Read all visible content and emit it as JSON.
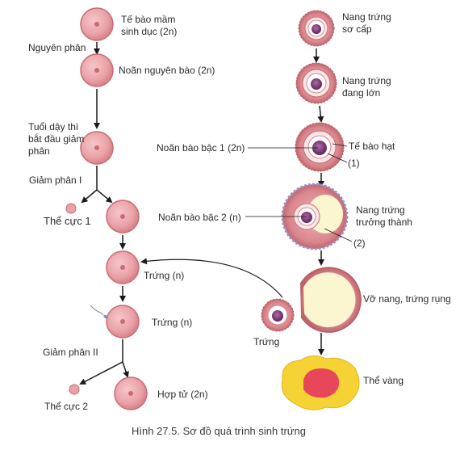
{
  "labels": {
    "germ_cell": "Tế bào mầm sinh dục (2n)",
    "mitosis": "Nguyên phân",
    "oogonium": "Noãn nguyên bào (2n)",
    "puberty_meiosis": "Tuổi dậy thì bắt đầu giảm phân",
    "primary_oocyte": "Noãn bào bậc 1 (2n)",
    "meiosis_1": "Giảm phân I",
    "polar_body_1": "Thể cực 1",
    "secondary_oocyte": "Noãn bào bậc 2 (n)",
    "egg_1": "Trứng (n)",
    "egg_2": "Trứng (n)",
    "meiosis_2": "Giảm phân II",
    "polar_body_2": "Thể cực 2",
    "zygote": "Hợp tử (2n)",
    "primary_follicle": "Nang trứng sơ cấp",
    "growing_follicle": "Nang trứng đang lớn",
    "granulosa_cell": "Tế bào hạt",
    "marker_1": "(1)",
    "mature_follicle": "Nang trứng trưởng thành",
    "marker_2": "(2)",
    "ruptured_follicle": "Vỡ nang, trứng rụng",
    "released_egg": "Trứng",
    "corpus_luteum": "Thể vàng"
  },
  "caption": "Hình 27.5. Sơ đồ quá trình sinh trứng",
  "colors": {
    "cell_fill": "#e9a3a8",
    "cell_stroke": "#c96b73",
    "follicle_ring": "#d98a8f",
    "antrum": "#fbf6cf",
    "oocyte_nucleus": "#7a3472",
    "corpus_yellow": "#f6d335",
    "corpus_red": "#e8475a",
    "arrow": "#1a1a1a"
  }
}
